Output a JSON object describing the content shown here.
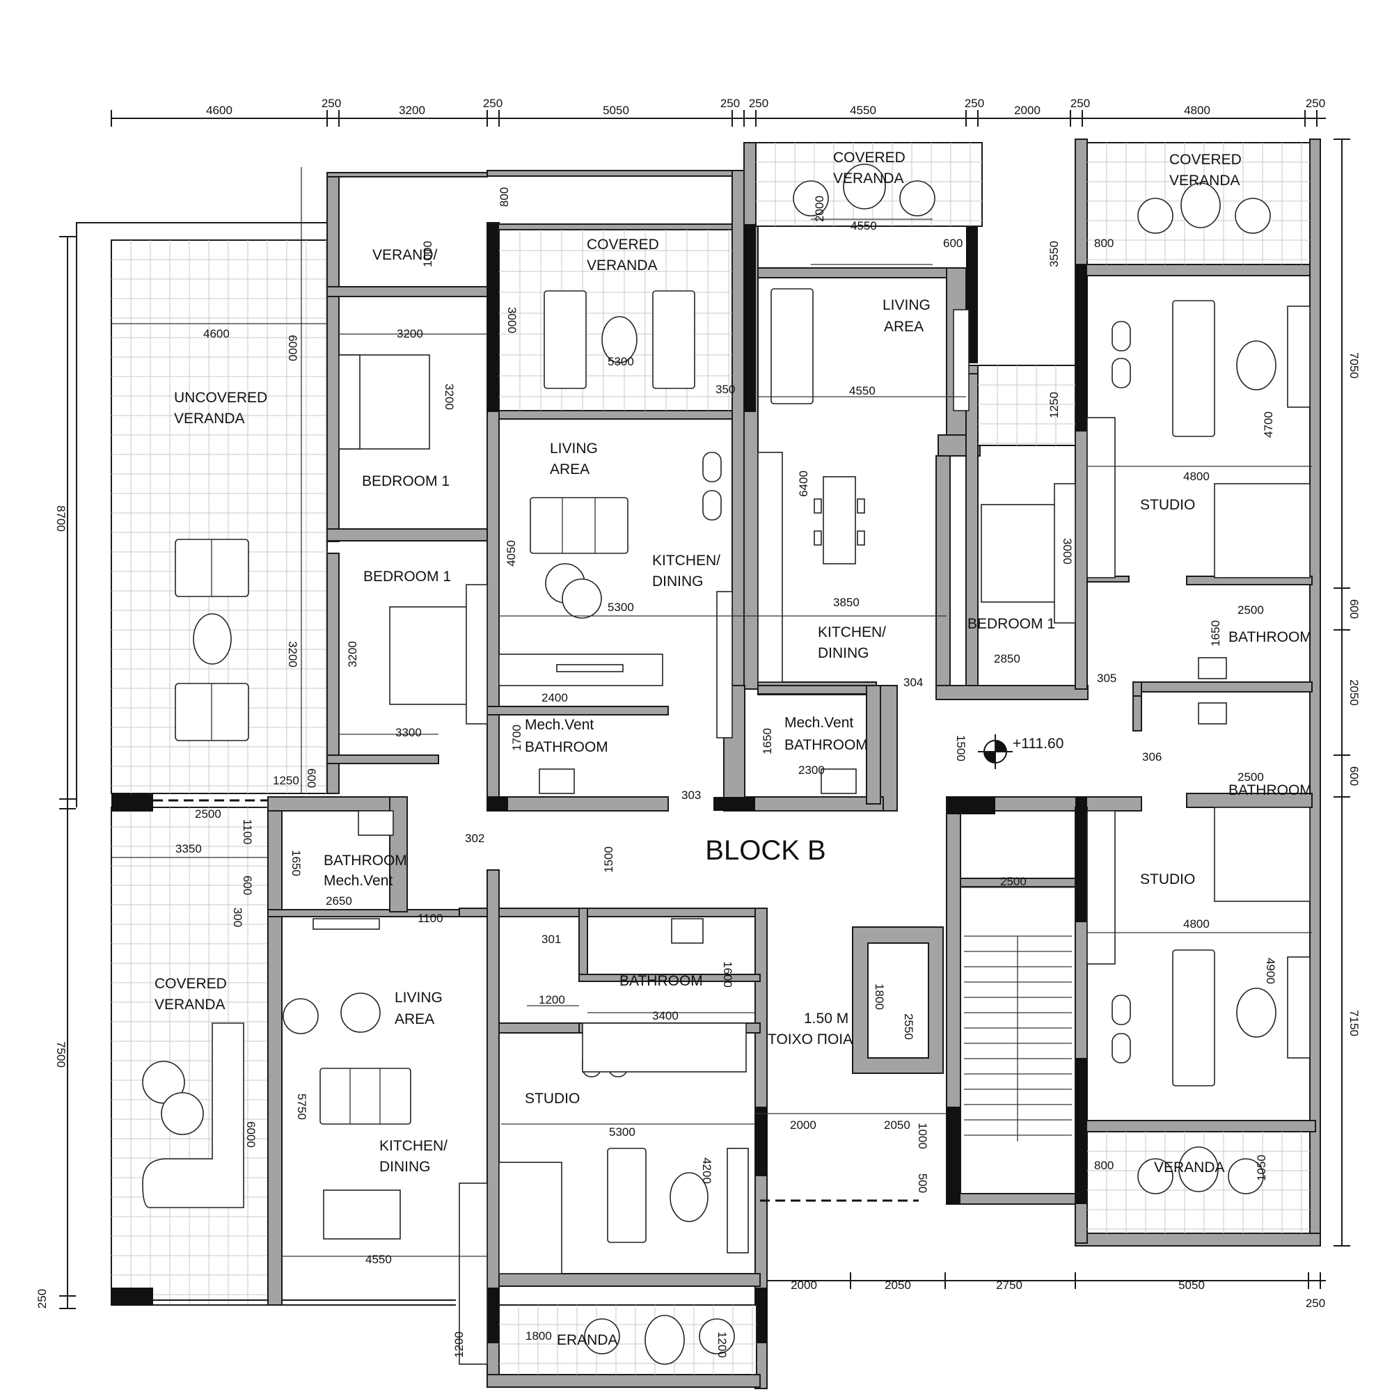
{
  "plan": {
    "title": "BLOCK B",
    "level_marker": "+111.60",
    "wall_note_line1": "1.50  M",
    "wall_note_line2": "ΤΟΙΧΟ ΠΟΙΑ"
  },
  "rooms": {
    "uncovered_veranda_1": "UNCOVERED",
    "uncovered_veranda_2": "VERANDA",
    "covered_veranda_sw_1": "COVERED",
    "covered_veranda_sw_2": "VERANDA",
    "veranda_small": "VERAND/",
    "covered_veranda_top_1": "COVERED",
    "covered_veranda_top_2": "VERANDA",
    "covered_veranda_mid_1": "COVERED",
    "covered_veranda_mid_2": "VERANDA",
    "covered_veranda_ne_1": "COVERED",
    "covered_veranda_ne_2": "VERANDA",
    "bedroom_a": "BEDROOM 1",
    "bedroom_b": "BEDROOM 1",
    "bedroom_c": "BEDROOM 1",
    "living_a_1": "LIVING",
    "living_a_2": "AREA",
    "living_b_1": "LIVING",
    "living_b_2": "AREA",
    "living_c_1": "LIVING",
    "living_c_2": "AREA",
    "kitchen_a_1": "KITCHEN/",
    "kitchen_a_2": "DINING",
    "kitchen_b_1": "KITCHEN/",
    "kitchen_b_2": "DINING",
    "kitchen_c_1": "KITCHEN/",
    "kitchen_c_2": "DINING",
    "mech_vent_a": "Mech.Vent",
    "bathroom_a": "BATHROOM",
    "mech_vent_b": "Mech.Vent",
    "bathroom_b": "BATHROOM",
    "bathroom_c": "BATHROOM",
    "mech_vent_c": "Mech.Vent",
    "bathroom_d": "BATHROOM",
    "bathroom_e": "BATHROOM",
    "bathroom_f": "BATHROOM",
    "studio_a": "STUDIO",
    "studio_b": "STUDIO",
    "studio_c": "STUDIO",
    "veranda_se": "VERANDA",
    "veranda_bottom": "ERANDA"
  },
  "doors": {
    "d301": "301",
    "d302": "302",
    "d303": "303",
    "d304": "304",
    "d305": "305",
    "d306": "306"
  },
  "dims": {
    "t1": "4600",
    "t2": "250",
    "t3": "3200",
    "t4": "250",
    "t5": "5050",
    "t6": "250",
    "t7": "250",
    "t8": "4550",
    "t9": "250",
    "t10": "2000",
    "t11": "250",
    "t12": "4800",
    "t13": "250",
    "b1": "2000",
    "b2": "2050",
    "b3": "2750",
    "b4": "5050",
    "b5": "250",
    "l1": "8700",
    "l2": "7500",
    "l3": "250",
    "r1": "7050",
    "r2": "600",
    "r3": "2050",
    "r4": "600",
    "r5": "7150",
    "i_4600": "4600",
    "i_3200a": "3200",
    "i_6000a": "6000",
    "i_3200b": "3200",
    "i_3200c": "3200",
    "i_3200d": "3200",
    "i_3300": "3300",
    "i_800a": "800",
    "i_1000a": "1000",
    "i_3000a": "3000",
    "i_5300a": "5300",
    "i_350": "350",
    "i_2000a": "2000",
    "i_4550a": "4550",
    "i_600a": "600",
    "i_4550b": "4550",
    "i_3550": "3550",
    "i_1250a": "1250",
    "i_800b": "800",
    "i_4700": "4700",
    "i_4800a": "4800",
    "i_6400": "6400",
    "i_4050": "4050",
    "i_5300b": "5300",
    "i_3850": "3850",
    "i_3000b": "3000",
    "i_2850": "2850",
    "i_2500a": "2500",
    "i_1650a": "1650",
    "i_2400": "2400",
    "i_1700": "1700",
    "i_1650b": "1650",
    "i_2300": "2300",
    "i_1500a": "1500",
    "i_2500b": "2500",
    "i_1250b": "1250",
    "i_600b": "600",
    "i_2500c": "2500",
    "i_3350": "3350",
    "i_1100a": "1100",
    "i_1650c": "1650",
    "i_600c": "600",
    "i_300": "300",
    "i_2650": "2650",
    "i_1100b": "1100",
    "i_1500b": "1500",
    "i_2500d": "2500",
    "i_4800b": "4800",
    "i_1200a": "1200",
    "i_3400": "3400",
    "i_1600": "1600",
    "i_1800a": "1800",
    "i_2550": "2550",
    "i_4900": "4900",
    "i_6000b": "6000",
    "i_5750": "5750",
    "i_5300c": "5300",
    "i_4200": "4200",
    "i_2000b": "2000",
    "i_2050": "2050",
    "i_1000b": "1000",
    "i_500": "500",
    "i_800c": "800",
    "i_1050": "1050",
    "i_4550c": "4550",
    "i_1200b": "1200",
    "i_1800b": "1800",
    "i_1200c": "1200"
  }
}
